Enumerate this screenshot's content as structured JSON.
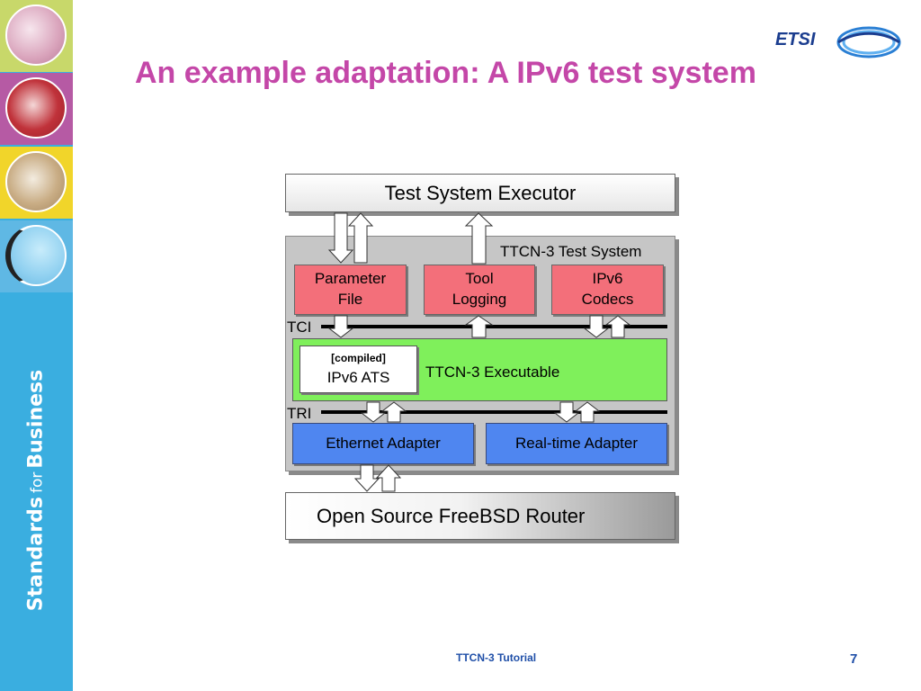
{
  "slide": {
    "title": "An example adaptation: A IPv6 test system",
    "logo_text": "ETSI",
    "sidebar_text": {
      "part1": "Standards",
      "part2": "for",
      "part3": "Business"
    },
    "footer": "TTCN-3 Tutorial",
    "page_number": "7",
    "colors": {
      "title": "#c447a8",
      "sidebar": "#3aaee0",
      "footer": "#1f4fa8"
    }
  },
  "diagram": {
    "test_system_executor": "Test System Executor",
    "ttcn3_test_system": "TTCN-3 Test System",
    "parameter_file": [
      "Parameter",
      "File"
    ],
    "tool_logging": [
      "Tool",
      "Logging"
    ],
    "ipv6_codecs": [
      "IPv6",
      "Codecs"
    ],
    "tci": "TCI",
    "tri": "TRI",
    "compiled_tag": "[compiled]",
    "ipv6_ats": "IPv6 ATS",
    "ttcn3_executable": "TTCN-3 Executable",
    "ethernet_adapter": "Ethernet Adapter",
    "realtime_adapter": "Real-time Adapter",
    "router": "Open Source FreeBSD Router"
  }
}
